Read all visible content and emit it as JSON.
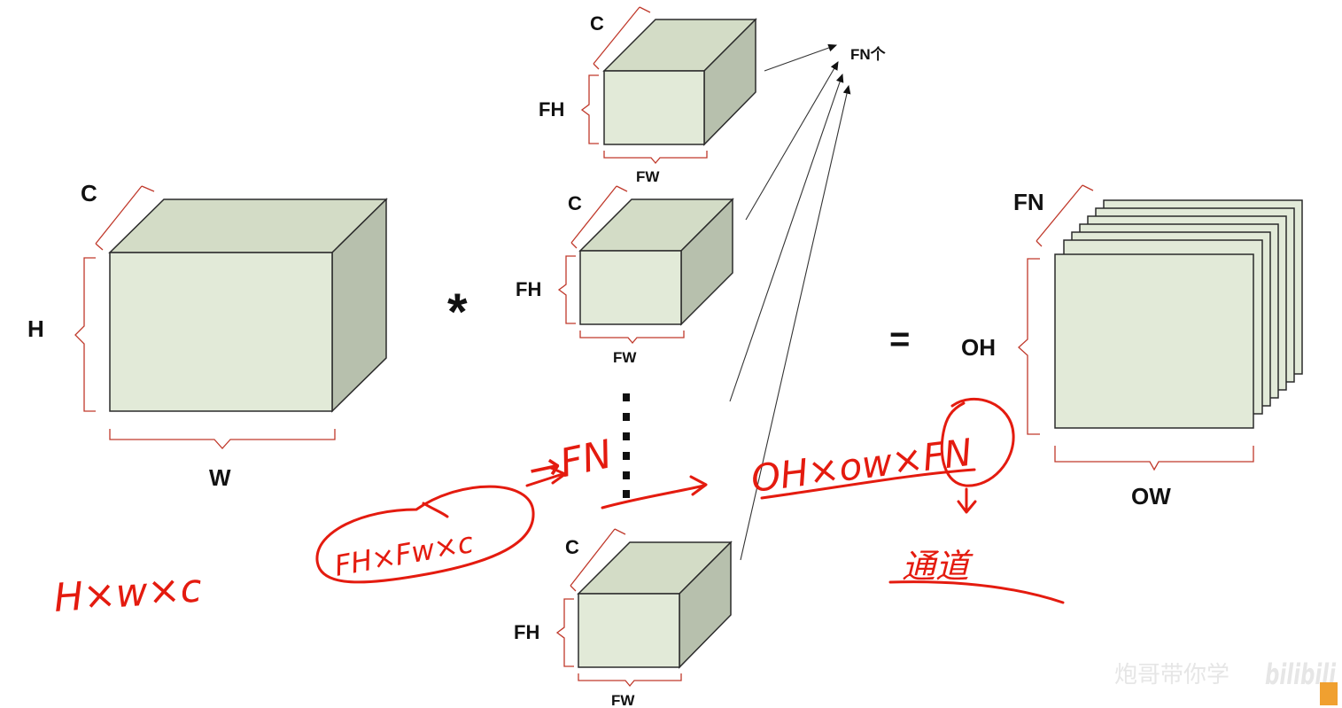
{
  "input_tensor": {
    "label_c": "C",
    "label_h": "H",
    "label_w": "W"
  },
  "operator": "*",
  "filters": [
    {
      "label_c": "C",
      "label_fh": "FH",
      "label_fw": "FW"
    },
    {
      "label_c": "C",
      "label_fh": "FH",
      "label_fw": "FW"
    },
    {
      "label_c": "C",
      "label_fh": "FH",
      "label_fw": "FW"
    }
  ],
  "filter_count_label": "FN个",
  "equals": "=",
  "output_tensor": {
    "label_fn": "FN",
    "label_oh": "OH",
    "label_ow": "OW"
  },
  "handwritten": {
    "input_shape": "H×w×c",
    "filter_shape": "FH×Fw×c",
    "arrow_fn": "→FN",
    "output_shape": "OH×ow×FN",
    "channel_note": "通道"
  },
  "watermark": {
    "text": "炮哥带你学",
    "logo": "bilibili"
  },
  "colors": {
    "face": "#e2ead8",
    "side": "#b7c0ad",
    "brace": "#c0392b",
    "ink": "#e41b0f"
  }
}
